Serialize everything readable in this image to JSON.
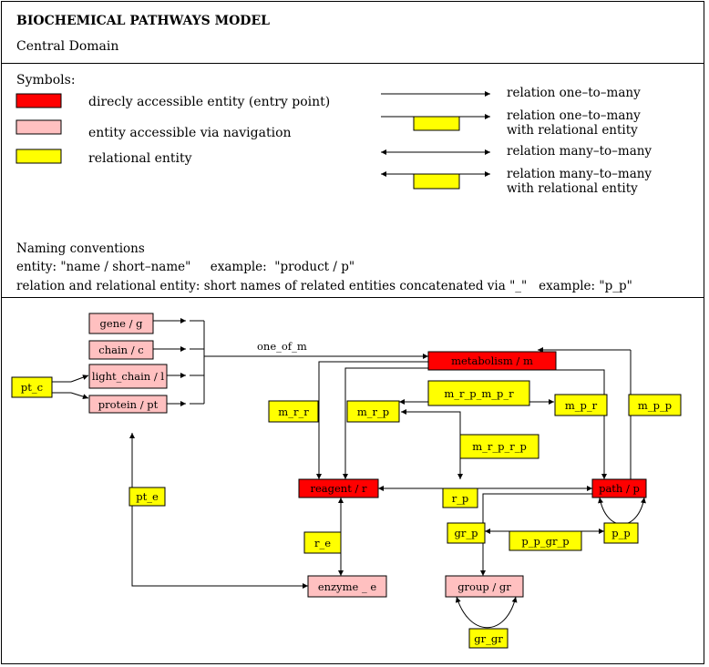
{
  "header": {
    "title": "BIOCHEMICAL PATHWAYS MODEL",
    "subtitle": "Central Domain"
  },
  "colors": {
    "entry_point": "#ff0000",
    "navigation": "#ffc0c0",
    "relational": "#ffff00",
    "stroke": "#000000"
  },
  "legend": {
    "symbols_label": "Symbols:",
    "entity_types": [
      {
        "text": "direcly accessible entity (entry point)"
      },
      {
        "text": "entity accessible via navigation"
      },
      {
        "text": "relational entity"
      }
    ],
    "relations": [
      {
        "line1": "relation one–to–many",
        "line2": ""
      },
      {
        "line1": "relation one–to–many",
        "line2": "with relational entity"
      },
      {
        "line1": "relation many–to–many",
        "line2": ""
      },
      {
        "line1": "relation many–to–many",
        "line2": "with relational entity"
      }
    ],
    "naming_title": "Naming conventions",
    "naming_entity": "entity: \"name / short–name\"     example:  \"product / p\"",
    "naming_relation": "relation and relational entity: short names of related entities concatenated via \"_\"   example: \"p_p\""
  },
  "diagram": {
    "entities": {
      "gene": "gene / g",
      "chain": "chain / c",
      "light_chain": "light_chain / l",
      "protein": "protein / pt",
      "metabolism": "metabolism / m",
      "reagent": "reagent / r",
      "path": "path / p",
      "enzyme": "enzyme _ e",
      "group": "group / gr"
    },
    "relational": {
      "pt_c": "pt_c",
      "pt_e": "pt_e",
      "m_r_r": "m_r_r",
      "m_r_p": "m_r_p",
      "m_r_p_m_p_r": "m_r_p_m_p_r",
      "m_p_r": "m_p_r",
      "m_p_p": "m_p_p",
      "m_r_p_r_p": "m_r_p_r_p",
      "r_p": "r_p",
      "r_e": "r_e",
      "gr_p": "gr_p",
      "p_p_gr_p": "p_p_gr_p",
      "p_p": "p_p",
      "gr_gr": "gr_gr"
    },
    "relation_labels": {
      "one_of_m": "one_of_m"
    }
  }
}
